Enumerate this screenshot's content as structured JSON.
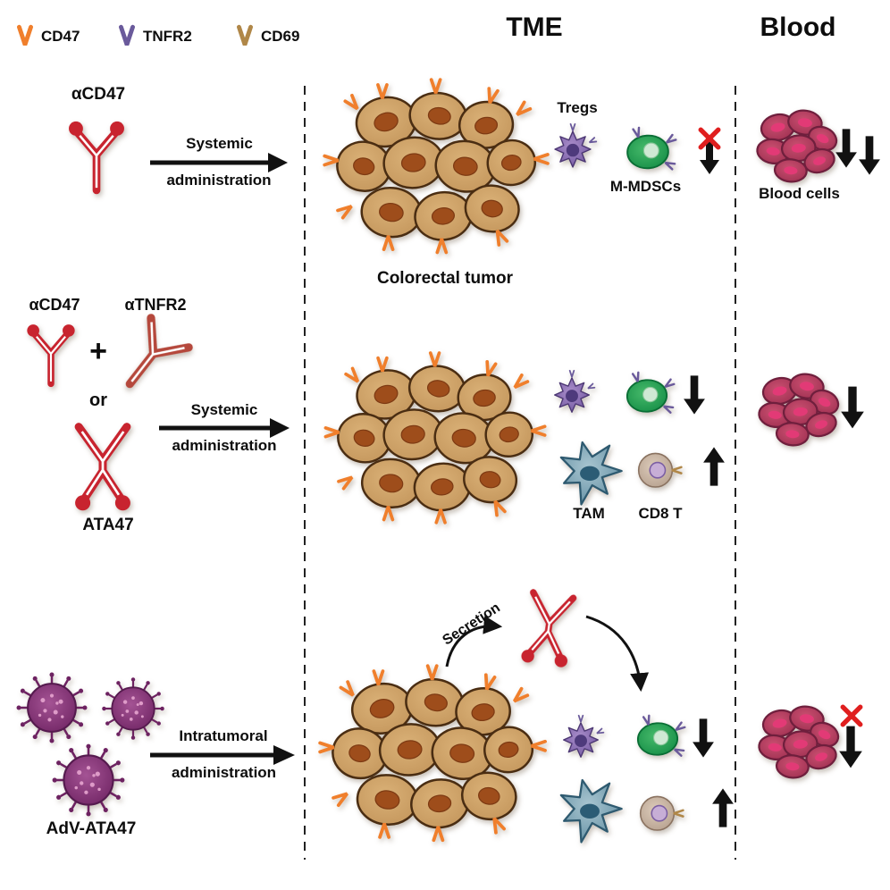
{
  "figure": {
    "legend": [
      {
        "label": "CD47",
        "icon": "cd47-receptor-icon",
        "color": "#f07f2c"
      },
      {
        "label": "TNFR2",
        "icon": "tnfr2-receptor-icon",
        "color": "#6a5a9b"
      },
      {
        "label": "CD69",
        "icon": "cd69-receptor-icon",
        "color": "#b08748"
      }
    ],
    "headers": {
      "tme": "TME",
      "blood": "Blood"
    },
    "row1": {
      "treatment": "αCD47",
      "admin1": "Systemic",
      "admin2": "administration",
      "tumor": "Colorectal tumor",
      "tregs": "Tregs",
      "mdscs": "M-MDSCs",
      "blood_label": "Blood cells",
      "tme_effect_icons": [
        "blocked-x-icon",
        "down-arrow-icon"
      ],
      "blood_effect_icons": [
        "down-arrow-icon",
        "down-arrow-icon"
      ]
    },
    "row2": {
      "treatment1": "αCD47",
      "plus": "+",
      "treatment2": "αTNFR2",
      "or": "or",
      "treatment3": "ATA47",
      "admin1": "Systemic",
      "admin2": "administration",
      "tam": "TAM",
      "cd8": "CD8 T",
      "tme_effect_icons": [
        "down-arrow-icon",
        "up-arrow-icon"
      ],
      "blood_effect_icons": [
        "down-arrow-icon"
      ]
    },
    "row3": {
      "treatment": "AdV-ATA47",
      "admin1": "Intratumoral",
      "admin2": "administration",
      "secretion": "Secretion",
      "tme_effect_icons": [
        "down-arrow-icon",
        "up-arrow-icon"
      ],
      "blood_effect_icons": [
        "blocked-x-icon",
        "down-arrow-icon"
      ]
    },
    "colors": {
      "antibody_red": "#c8242f",
      "tnfr2_antibody_red": "#b5483c",
      "cd47_orange": "#f07f2c",
      "tnfr2_purple": "#6a5a9b",
      "cd69_brown": "#b08748",
      "tumor_tan": "#c89a5e",
      "tumor_nucleus": "#9e4d1b",
      "treg_purple": "#7b5fa5",
      "mdsc_green": "#1e9e4e",
      "tam_teal": "#6f98a9",
      "cd8_tan": "#c4ae9a",
      "blood_maroon": "#a83257",
      "blood_nucleus_pink": "#e23a76",
      "virus_purple": "#7c2b6f",
      "blocked_x_red": "#e01f1f",
      "arrow_black": "#111111"
    }
  }
}
